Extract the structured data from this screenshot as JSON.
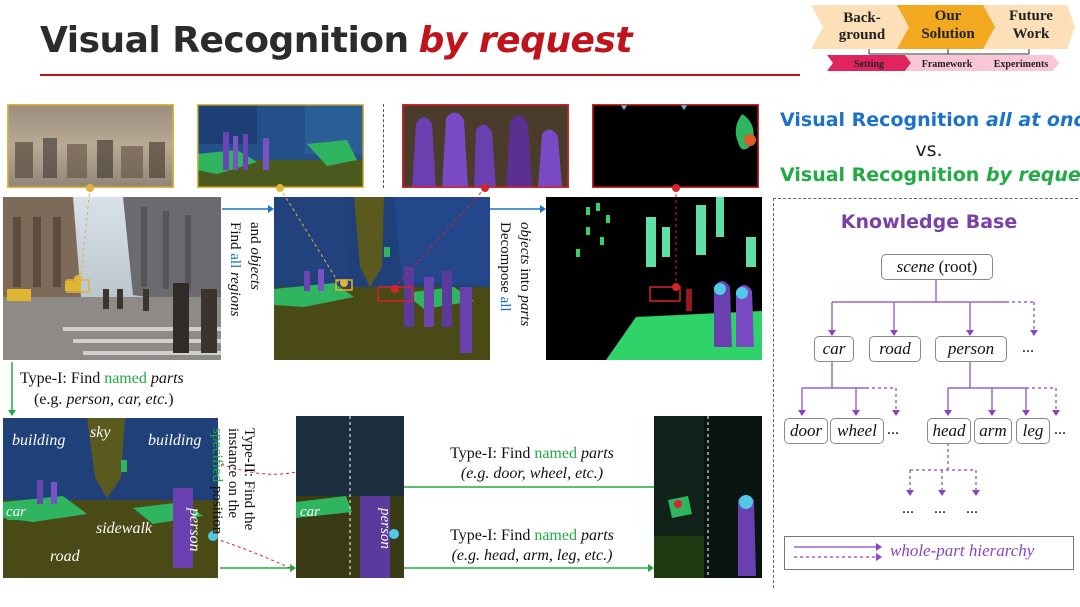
{
  "header": {
    "title_main": "Visual Recognition",
    "title_accent": "by request"
  },
  "nav": {
    "steps": [
      "Back-\nground",
      "Our\nSolution",
      "Future\nWork"
    ],
    "substeps": [
      "Setting",
      "Framework",
      "Experiments"
    ],
    "colors": {
      "step": "#fde0b8",
      "active_step": "#f2a81f",
      "active_sub": "#e0245e",
      "sub": "#f8c6d4"
    }
  },
  "comparison": {
    "line1_plain": "Visual Recognition ",
    "line1_italic": "all at once",
    "vs": "vs.",
    "line2_plain": "Visual Recognition ",
    "line2_italic": "by request",
    "colors": {
      "all_at_once": "#1a73c8",
      "by_request": "#22aa44"
    }
  },
  "arrows_text": {
    "find_all_a": "Find ",
    "find_all_b": "all",
    "find_all_c": " regions",
    "find_all_d": "and ",
    "find_all_e": "objects",
    "decompose_a": "Decompose ",
    "decompose_b": "all",
    "decompose_c": "objects",
    "decompose_d": " into ",
    "decompose_e": "parts",
    "type1_a": "Type-I: Find ",
    "type1_b": "named",
    "type1_c": "parts",
    "type1_eg_a": "(e.g. ",
    "type1_eg_b": "person, car, etc.",
    "type1_eg_c": ")",
    "type2_a": "Type-II: Find the",
    "type2_b": "instance on the",
    "type2_c": "specified",
    "type2_d": " position",
    "car_eg": "(e.g. door, wheel, etc.)",
    "person_eg": "(e.g. head, arm, leg, etc.)"
  },
  "seg_labels": {
    "building1": "building",
    "sky": "sky",
    "building2": "building",
    "car": "car",
    "sidewalk": "sidewalk",
    "person": "person",
    "road": "road",
    "car2": "car",
    "person2": "person"
  },
  "knowledge_base": {
    "title": "Knowledge Base",
    "root_italic": "scene",
    "root_plain": " (root)",
    "level1": [
      "car",
      "road",
      "person"
    ],
    "car_parts": [
      "door",
      "wheel"
    ],
    "person_parts": [
      "head",
      "arm",
      "leg"
    ],
    "ellipsis": "...",
    "legend": "whole-part hierarchy"
  }
}
